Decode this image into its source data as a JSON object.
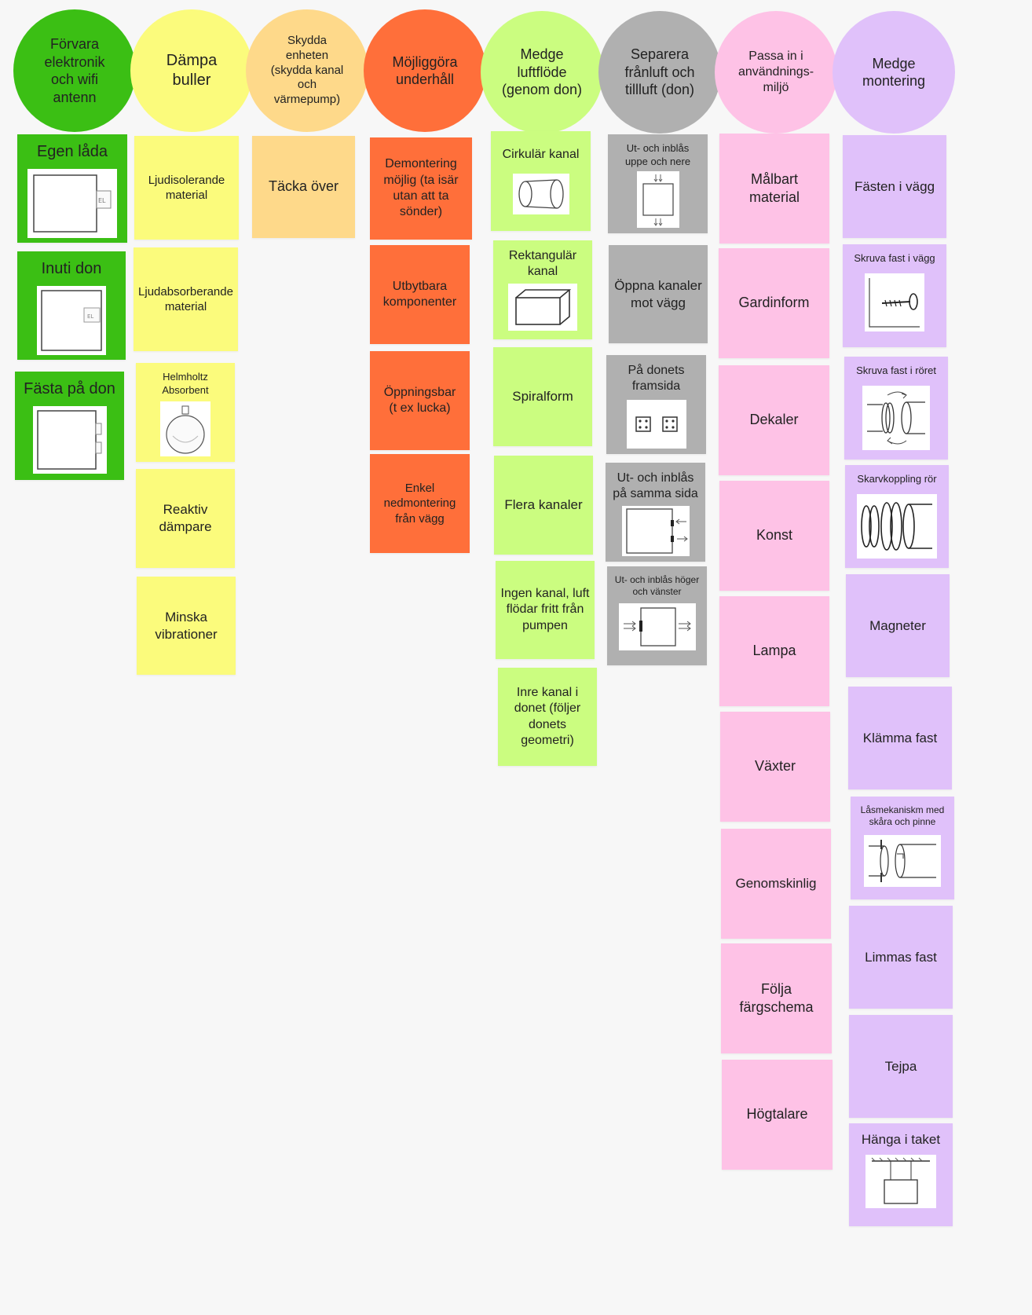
{
  "colors": {
    "green": "#3bbf14",
    "yellow": "#fbfb7c",
    "peach": "#fed98a",
    "orange": "#ff6f3a",
    "lime": "#cbfd80",
    "gray": "#b0b0b0",
    "pink": "#fec2e6",
    "lavender": "#e0c1fa"
  },
  "columns": [
    {
      "heading": "Förvara\nelektronik\noch wifi\nantenn",
      "items": [
        "Egen låda",
        "Inuti don",
        "Fästa på don"
      ]
    },
    {
      "heading": "Dämpa\nbuller",
      "items": [
        "Ljudisolerande\nmaterial",
        "Ljudabsorberande\nmaterial",
        "Helmholtz\nAbsorbent",
        "Reaktiv\ndämpare",
        "Minska\nvibrationer"
      ]
    },
    {
      "heading": "Skydda\nenheten\n(skydda kanal\noch\nvärmepump)",
      "items": [
        "Täcka över"
      ]
    },
    {
      "heading": "Möjliggöra\nunderhåll",
      "items": [
        "Demontering\nmöjlig (ta isär\nutan att ta\nsönder)",
        "Utbytbara\nkomponenter",
        "Öppningsbar\n(t ex lucka)",
        "Enkel\nnedmontering\nfrån vägg"
      ]
    },
    {
      "heading": "Medge\nluftflöde\n(genom don)",
      "items": [
        "Cirkulär kanal",
        "Rektangulär\nkanal",
        "Spiralform",
        "Flera kanaler",
        "Ingen kanal, luft\nflödar fritt från\npumpen",
        "Inre kanal i\ndonet (följer\ndonets\ngeometri)"
      ]
    },
    {
      "heading": "Separera\nfrånluft och\ntillluft (don)",
      "items": [
        "Ut- och inblås\nuppe och nere",
        "Öppna kanaler\nmot vägg",
        "På donets\nframsida",
        "Ut- och inblås\npå samma sida",
        "Ut- och inblås höger\noch vänster"
      ]
    },
    {
      "heading": "Passa in i\nanvändnings-\nmiljö",
      "items": [
        "Målbart\nmaterial",
        "Gardinform",
        "Dekaler",
        "Konst",
        "Lampa",
        "Växter",
        "Genomskinlig",
        "Följa\nfärgschema",
        "Högtalare"
      ]
    },
    {
      "heading": "Medge\nmontering",
      "items": [
        "Fästen i vägg",
        "Skruva fast i vägg",
        "Skruva fast i röret",
        "Skarvkoppling rör",
        "Magneter",
        "Klämma fast",
        "Låsmekaniskm med\nskåra och pinne",
        "Limmas fast",
        "Tejpa",
        "Hänga i taket"
      ]
    }
  ],
  "sketch_text": {
    "el": "EL"
  }
}
